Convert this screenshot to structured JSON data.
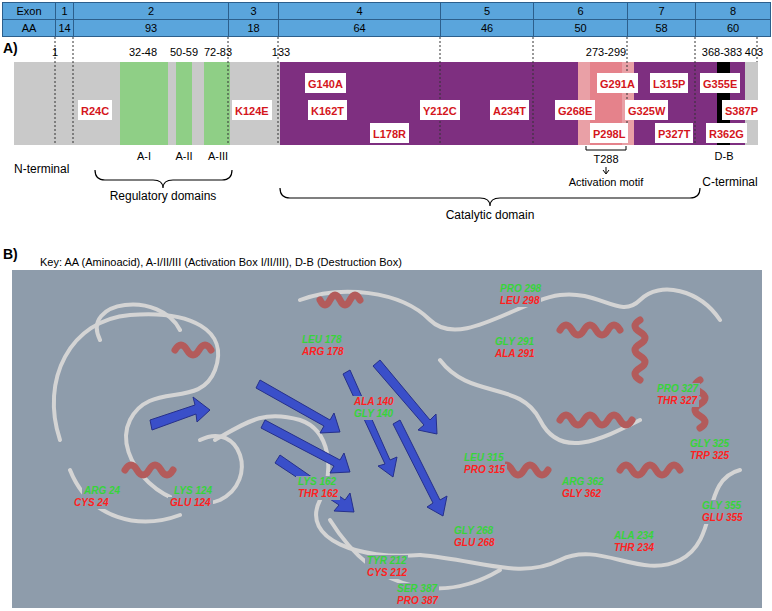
{
  "diagram": {
    "nodes": [
      {
        "text": [
          "Exon"
        ]
      },
      {
        "text": [
          "1"
        ]
      },
      {
        "text": [
          "2"
        ]
      },
      {
        "text": [
          "3"
        ]
      },
      {
        "text": [
          "4"
        ]
      },
      {
        "text": [
          "5"
        ]
      },
      {
        "text": [
          "6"
        ]
      },
      {
        "text": [
          "7"
        ]
      },
      {
        "text": [
          "8"
        ]
      },
      {
        "text": [
          "AA"
        ]
      },
      {
        "text": [
          "14"
        ]
      },
      {
        "text": [
          "93"
        ]
      },
      {
        "text": [
          "18"
        ]
      },
      {
        "text": [
          "64"
        ]
      },
      {
        "text": [
          "46"
        ]
      },
      {
        "text": [
          "50"
        ]
      },
      {
        "text": [
          "58"
        ]
      },
      {
        "text": [
          "60"
        ]
      },
      {
        "text": [
          "G140A"
        ]
      },
      {
        "text": [
          "G291A"
        ]
      },
      {
        "text": [
          "L315P"
        ]
      },
      {
        "text": [
          "G355E"
        ]
      },
      {
        "text": [
          "R24C"
        ]
      },
      {
        "text": [
          "K124E"
        ]
      },
      {
        "text": [
          "K162T"
        ]
      },
      {
        "text": [
          "Y212C"
        ]
      },
      {
        "text": [
          "A234T"
        ]
      },
      {
        "text": [
          "G268E"
        ]
      },
      {
        "text": [
          "G325W"
        ]
      },
      {
        "text": [
          "S387P"
        ]
      },
      {
        "text": [
          "L178R"
        ]
      },
      {
        "text": [
          "P298L"
        ]
      },
      {
        "text": [
          "P327T"
        ]
      },
      {
        "text": [
          "R362G"
        ]
      }
    ],
    "labels": [
      "A)",
      "B)",
      "1",
      "32-48",
      "50-59",
      "72-83",
      "133",
      "273-299",
      "368-383",
      "403",
      "A-I",
      "A-II",
      "A-III",
      "N-terminal",
      "Regulatory domains",
      "T288",
      "Activation motif",
      "Catalytic domain",
      "D-B",
      "C-terminal",
      "Key: AA (Aminoacid), A-I/II/III (Activation Box I/II/III), D-B (Destruction Box)",
      "PRO 298",
      "LEU 298",
      "LEU 178",
      "ARG 178",
      "GLY 291",
      "ALA 291",
      "PRO 327",
      "THR 327",
      "ALA 140",
      "GLY 140",
      "GLY 325",
      "TRP 325",
      "LEU 315",
      "PRO 315",
      "ARG 362",
      "GLY 362",
      "LYS 162",
      "THR 162",
      "ARG 24",
      "CYS 24",
      "LYS 124",
      "GLU 124",
      "GLY 355",
      "GLU 355",
      "ALA 234",
      "THR 234",
      "GLY 268",
      "GLU 268",
      "TYR 212",
      "CYS 212",
      "SER 387",
      "PRO 387"
    ]
  }
}
